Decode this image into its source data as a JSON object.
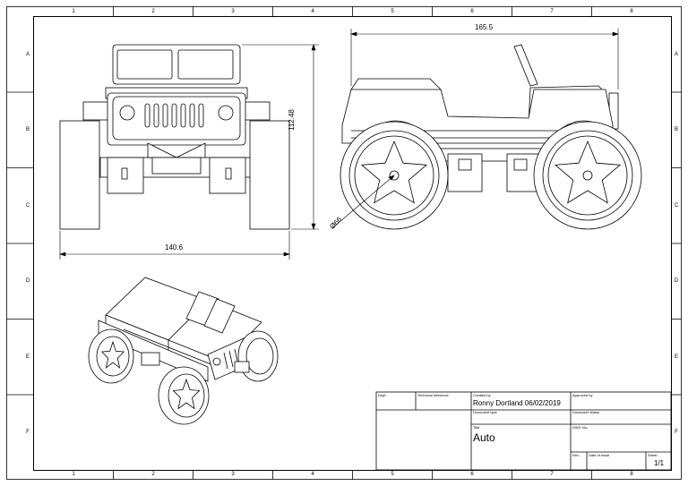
{
  "sheet": {
    "zone_columns": [
      "1",
      "2",
      "3",
      "4",
      "5",
      "6",
      "7",
      "8"
    ],
    "zone_rows": [
      "A",
      "B",
      "C",
      "D",
      "E",
      "F"
    ]
  },
  "dimensions": {
    "overall_length": "165.5",
    "front_width": "140.6",
    "height": "112.48",
    "wheel_diameter": "Ø66"
  },
  "title_block": {
    "dept_label": "Dept.",
    "technical_reference_label": "Technical reference",
    "created_by_label": "Created by",
    "created_by_value": "Ronny Dortland 06/02/2019",
    "approved_by_label": "Approved by",
    "document_type_label": "Document type",
    "document_status_label": "Document status",
    "title_label": "Title",
    "title_value": "Auto",
    "dwg_no_label": "DWG No.",
    "rev_label": "Rev.",
    "date_of_issue_label": "Date of issue",
    "sheet_label": "Sheet",
    "sheet_value": "1/1"
  }
}
